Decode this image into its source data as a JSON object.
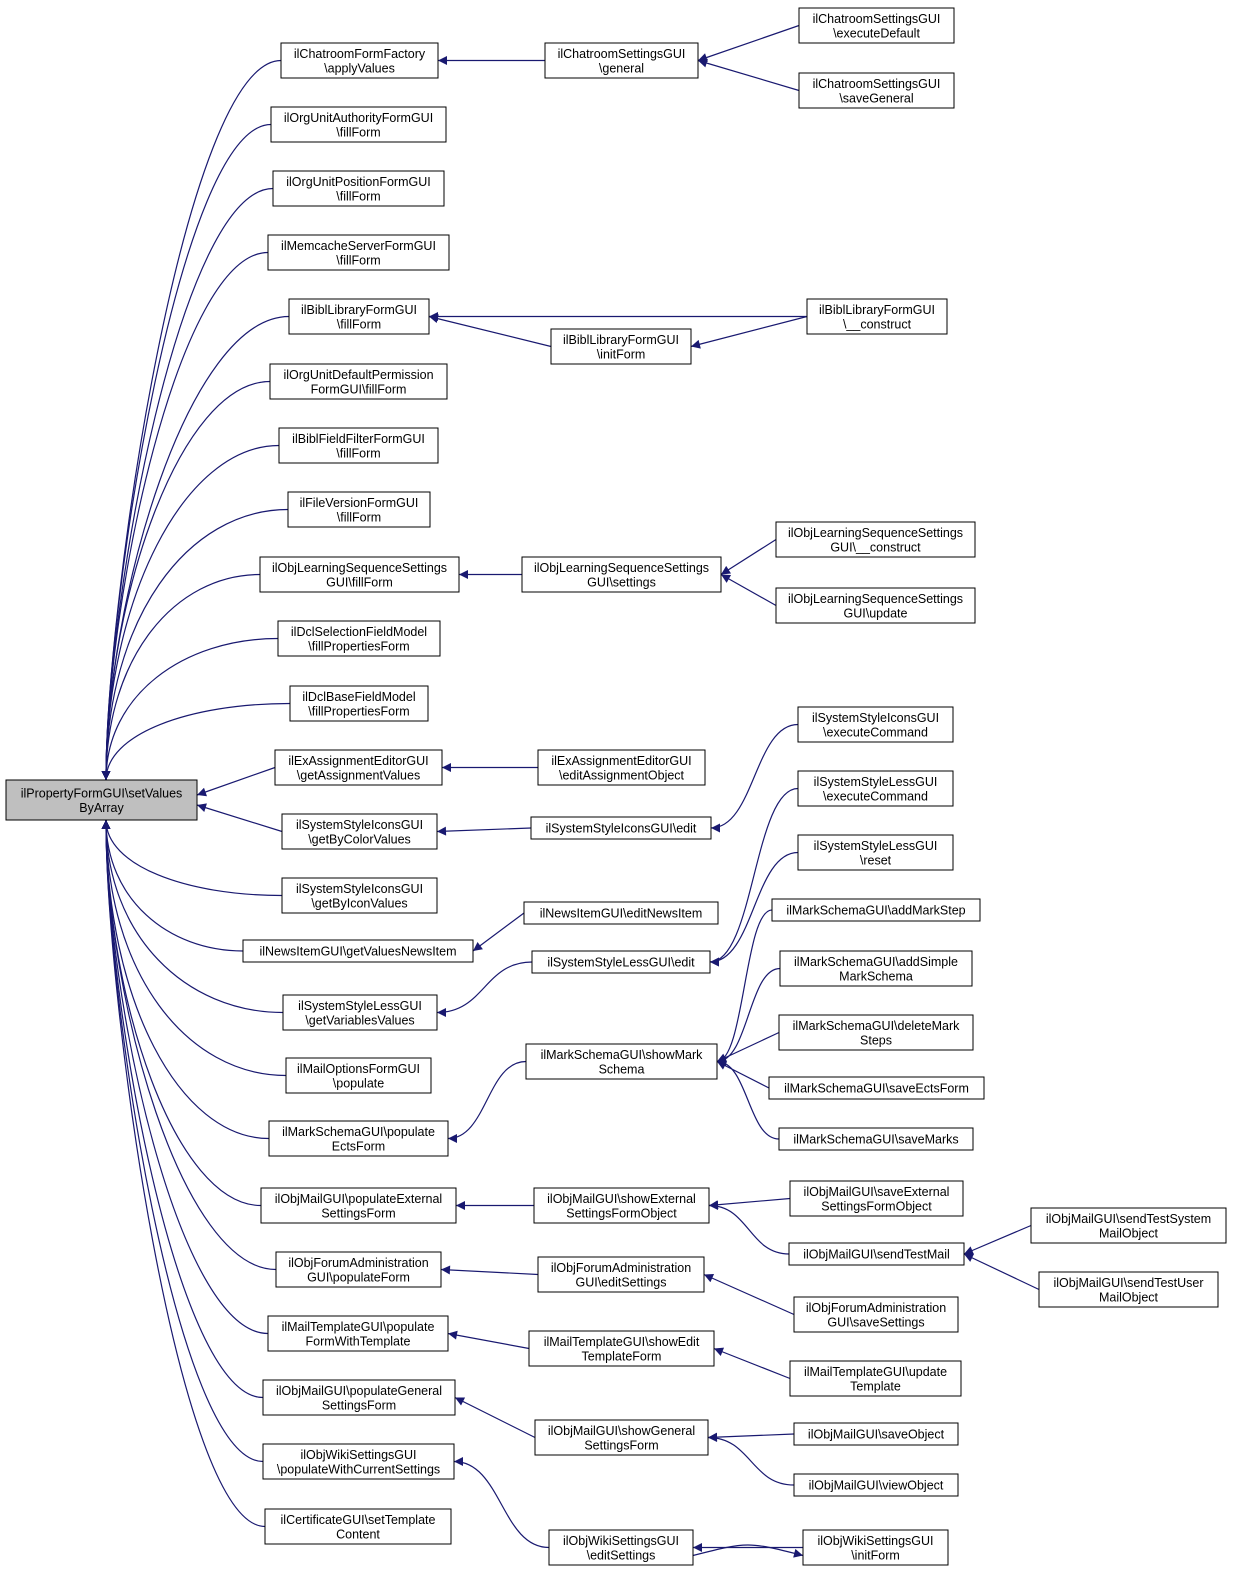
{
  "colors": {
    "edge": "#191970",
    "node_border": "#000000",
    "node_fill": "#ffffff",
    "root_fill": "#bfbfbf"
  },
  "nodes": [
    {
      "id": "root",
      "lines": [
        "ilPropertyFormGUI\\setValues",
        "ByArray"
      ],
      "root": true
    },
    {
      "id": "n1",
      "lines": [
        "ilChatroomFormFactory",
        "\\applyValues"
      ]
    },
    {
      "id": "n2",
      "lines": [
        "ilChatroomSettingsGUI",
        "\\general"
      ]
    },
    {
      "id": "n3",
      "lines": [
        "ilChatroomSettingsGUI",
        "\\executeDefault"
      ]
    },
    {
      "id": "n4",
      "lines": [
        "ilChatroomSettingsGUI",
        "\\saveGeneral"
      ]
    },
    {
      "id": "n5",
      "lines": [
        "ilOrgUnitAuthorityFormGUI",
        "\\fillForm"
      ]
    },
    {
      "id": "n6",
      "lines": [
        "ilOrgUnitPositionFormGUI",
        "\\fillForm"
      ]
    },
    {
      "id": "n7",
      "lines": [
        "ilMemcacheServerFormGUI",
        "\\fillForm"
      ]
    },
    {
      "id": "n8",
      "lines": [
        "ilBiblLibraryFormGUI",
        "\\fillForm"
      ]
    },
    {
      "id": "n9",
      "lines": [
        "ilBiblLibraryFormGUI",
        "\\__construct"
      ]
    },
    {
      "id": "n10",
      "lines": [
        "ilBiblLibraryFormGUI",
        "\\initForm"
      ]
    },
    {
      "id": "n11",
      "lines": [
        "ilOrgUnitDefaultPermission",
        "FormGUI\\fillForm"
      ]
    },
    {
      "id": "n12",
      "lines": [
        "ilBiblFieldFilterFormGUI",
        "\\fillForm"
      ]
    },
    {
      "id": "n13",
      "lines": [
        "ilFileVersionFormGUI",
        "\\fillForm"
      ]
    },
    {
      "id": "n14",
      "lines": [
        "ilObjLearningSequenceSettings",
        "GUI\\fillForm"
      ]
    },
    {
      "id": "n15",
      "lines": [
        "ilObjLearningSequenceSettings",
        "GUI\\settings"
      ]
    },
    {
      "id": "n16",
      "lines": [
        "ilObjLearningSequenceSettings",
        "GUI\\__construct"
      ]
    },
    {
      "id": "n17",
      "lines": [
        "ilObjLearningSequenceSettings",
        "GUI\\update"
      ]
    },
    {
      "id": "n18",
      "lines": [
        "ilDclSelectionFieldModel",
        "\\fillPropertiesForm"
      ]
    },
    {
      "id": "n19",
      "lines": [
        "ilDclBaseFieldModel",
        "\\fillPropertiesForm"
      ]
    },
    {
      "id": "n20",
      "lines": [
        "ilExAssignmentEditorGUI",
        "\\getAssignmentValues"
      ]
    },
    {
      "id": "n21",
      "lines": [
        "ilExAssignmentEditorGUI",
        "\\editAssignmentObject"
      ]
    },
    {
      "id": "n22",
      "lines": [
        "ilSystemStyleIconsGUI",
        "\\executeCommand"
      ]
    },
    {
      "id": "n23",
      "lines": [
        "ilSystemStyleIconsGUI",
        "\\getByColorValues"
      ]
    },
    {
      "id": "n24",
      "lines": [
        "ilSystemStyleIconsGUI\\edit"
      ]
    },
    {
      "id": "n25",
      "lines": [
        "ilSystemStyleLessGUI",
        "\\executeCommand"
      ]
    },
    {
      "id": "n26",
      "lines": [
        "ilSystemStyleLessGUI",
        "\\reset"
      ]
    },
    {
      "id": "n27",
      "lines": [
        "ilSystemStyleIconsGUI",
        "\\getByIconValues"
      ]
    },
    {
      "id": "n28",
      "lines": [
        "ilMarkSchemaGUI\\addMarkStep"
      ]
    },
    {
      "id": "n29",
      "lines": [
        "ilNewsItemGUI\\editNewsItem"
      ]
    },
    {
      "id": "n30",
      "lines": [
        "ilNewsItemGUI\\getValuesNewsItem"
      ]
    },
    {
      "id": "n31",
      "lines": [
        "ilSystemStyleLessGUI\\edit"
      ]
    },
    {
      "id": "n32",
      "lines": [
        "ilMarkSchemaGUI\\addSimple",
        "MarkSchema"
      ]
    },
    {
      "id": "n33",
      "lines": [
        "ilSystemStyleLessGUI",
        "\\getVariablesValues"
      ]
    },
    {
      "id": "n34",
      "lines": [
        "ilMarkSchemaGUI\\deleteMark",
        "Steps"
      ]
    },
    {
      "id": "n35",
      "lines": [
        "ilMarkSchemaGUI\\showMark",
        "Schema"
      ]
    },
    {
      "id": "n36",
      "lines": [
        "ilMailOptionsFormGUI",
        "\\populate"
      ]
    },
    {
      "id": "n37",
      "lines": [
        "ilMarkSchemaGUI\\saveEctsForm"
      ]
    },
    {
      "id": "n38",
      "lines": [
        "ilMarkSchemaGUI\\populate",
        "EctsForm"
      ]
    },
    {
      "id": "n39",
      "lines": [
        "ilMarkSchemaGUI\\saveMarks"
      ]
    },
    {
      "id": "n40",
      "lines": [
        "ilObjMailGUI\\saveExternal",
        "SettingsFormObject"
      ]
    },
    {
      "id": "n41",
      "lines": [
        "ilObjMailGUI\\populateExternal",
        "SettingsForm"
      ]
    },
    {
      "id": "n42",
      "lines": [
        "ilObjMailGUI\\showExternal",
        "SettingsFormObject"
      ]
    },
    {
      "id": "n43",
      "lines": [
        "ilObjMailGUI\\sendTestSystem",
        "MailObject"
      ]
    },
    {
      "id": "n44",
      "lines": [
        "ilObjMailGUI\\sendTestMail"
      ]
    },
    {
      "id": "n45",
      "lines": [
        "ilObjForumAdministration",
        "GUI\\populateForm"
      ]
    },
    {
      "id": "n46",
      "lines": [
        "ilObjForumAdministration",
        "GUI\\editSettings"
      ]
    },
    {
      "id": "n47",
      "lines": [
        "ilObjMailGUI\\sendTestUser",
        "MailObject"
      ]
    },
    {
      "id": "n48",
      "lines": [
        "ilObjForumAdministration",
        "GUI\\saveSettings"
      ]
    },
    {
      "id": "n49",
      "lines": [
        "ilMailTemplateGUI\\populate",
        "FormWithTemplate"
      ]
    },
    {
      "id": "n50",
      "lines": [
        "ilMailTemplateGUI\\showEdit",
        "TemplateForm"
      ]
    },
    {
      "id": "n51",
      "lines": [
        "ilMailTemplateGUI\\update",
        "Template"
      ]
    },
    {
      "id": "n52",
      "lines": [
        "ilObjMailGUI\\populateGeneral",
        "SettingsForm"
      ]
    },
    {
      "id": "n53",
      "lines": [
        "ilObjMailGUI\\showGeneral",
        "SettingsForm"
      ]
    },
    {
      "id": "n54",
      "lines": [
        "ilObjMailGUI\\saveObject"
      ]
    },
    {
      "id": "n55",
      "lines": [
        "ilObjWikiSettingsGUI",
        "\\populateWithCurrentSettings"
      ]
    },
    {
      "id": "n56",
      "lines": [
        "ilObjMailGUI\\viewObject"
      ]
    },
    {
      "id": "n57",
      "lines": [
        "ilCertificateGUI\\setTemplate",
        "Content"
      ]
    },
    {
      "id": "n58",
      "lines": [
        "ilObjWikiSettingsGUI",
        "\\editSettings"
      ]
    },
    {
      "id": "n59",
      "lines": [
        "ilObjWikiSettingsGUI",
        "\\initForm"
      ]
    }
  ],
  "edges": [
    {
      "from": "n1",
      "to": "root"
    },
    {
      "from": "n5",
      "to": "root"
    },
    {
      "from": "n6",
      "to": "root"
    },
    {
      "from": "n7",
      "to": "root"
    },
    {
      "from": "n8",
      "to": "root"
    },
    {
      "from": "n11",
      "to": "root"
    },
    {
      "from": "n12",
      "to": "root"
    },
    {
      "from": "n13",
      "to": "root"
    },
    {
      "from": "n14",
      "to": "root"
    },
    {
      "from": "n18",
      "to": "root"
    },
    {
      "from": "n19",
      "to": "root"
    },
    {
      "from": "n20",
      "to": "root"
    },
    {
      "from": "n23",
      "to": "root"
    },
    {
      "from": "n27",
      "to": "root"
    },
    {
      "from": "n30",
      "to": "root"
    },
    {
      "from": "n33",
      "to": "root"
    },
    {
      "from": "n36",
      "to": "root"
    },
    {
      "from": "n38",
      "to": "root"
    },
    {
      "from": "n41",
      "to": "root"
    },
    {
      "from": "n45",
      "to": "root"
    },
    {
      "from": "n49",
      "to": "root"
    },
    {
      "from": "n52",
      "to": "root"
    },
    {
      "from": "n55",
      "to": "root"
    },
    {
      "from": "n57",
      "to": "root"
    },
    {
      "from": "n2",
      "to": "n1"
    },
    {
      "from": "n3",
      "to": "n2"
    },
    {
      "from": "n4",
      "to": "n2"
    },
    {
      "from": "n9",
      "to": "n8"
    },
    {
      "from": "n10",
      "to": "n8"
    },
    {
      "from": "n9",
      "to": "n10"
    },
    {
      "from": "n15",
      "to": "n14"
    },
    {
      "from": "n16",
      "to": "n15"
    },
    {
      "from": "n17",
      "to": "n15"
    },
    {
      "from": "n21",
      "to": "n20"
    },
    {
      "from": "n24",
      "to": "n23"
    },
    {
      "from": "n22",
      "to": "n24"
    },
    {
      "from": "n29",
      "to": "n30"
    },
    {
      "from": "n31",
      "to": "n33"
    },
    {
      "from": "n25",
      "to": "n31"
    },
    {
      "from": "n26",
      "to": "n31"
    },
    {
      "from": "n35",
      "to": "n38"
    },
    {
      "from": "n28",
      "to": "n35"
    },
    {
      "from": "n32",
      "to": "n35"
    },
    {
      "from": "n34",
      "to": "n35"
    },
    {
      "from": "n37",
      "to": "n35"
    },
    {
      "from": "n39",
      "to": "n35"
    },
    {
      "from": "n42",
      "to": "n41"
    },
    {
      "from": "n40",
      "to": "n42"
    },
    {
      "from": "n44",
      "to": "n42"
    },
    {
      "from": "n43",
      "to": "n44"
    },
    {
      "from": "n47",
      "to": "n44"
    },
    {
      "from": "n46",
      "to": "n45"
    },
    {
      "from": "n48",
      "to": "n46"
    },
    {
      "from": "n50",
      "to": "n49"
    },
    {
      "from": "n51",
      "to": "n50"
    },
    {
      "from": "n53",
      "to": "n52"
    },
    {
      "from": "n54",
      "to": "n53"
    },
    {
      "from": "n56",
      "to": "n53"
    },
    {
      "from": "n58",
      "to": "n55"
    },
    {
      "from": "n59",
      "to": "n58"
    },
    {
      "from": "n58",
      "to": "n59"
    }
  ]
}
